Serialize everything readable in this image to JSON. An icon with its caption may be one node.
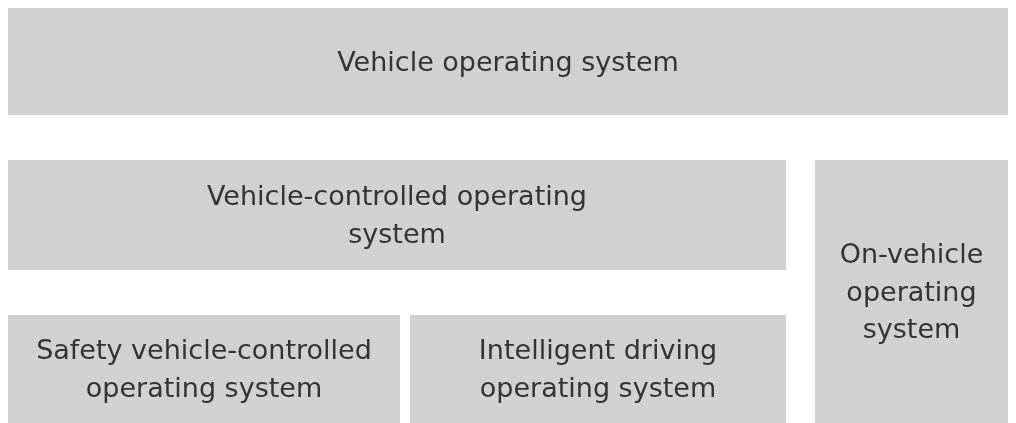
{
  "diagram": {
    "nodes": [
      {
        "text": [
          "Vehicle operating system"
        ]
      },
      {
        "text": [
          "Vehicle-controlled operating system"
        ]
      },
      {
        "text": [
          "On-vehicle operating system"
        ]
      },
      {
        "text": [
          "Safety vehicle-controlled operating system"
        ]
      },
      {
        "text": [
          "Intelligent driving operating system"
        ]
      }
    ]
  }
}
